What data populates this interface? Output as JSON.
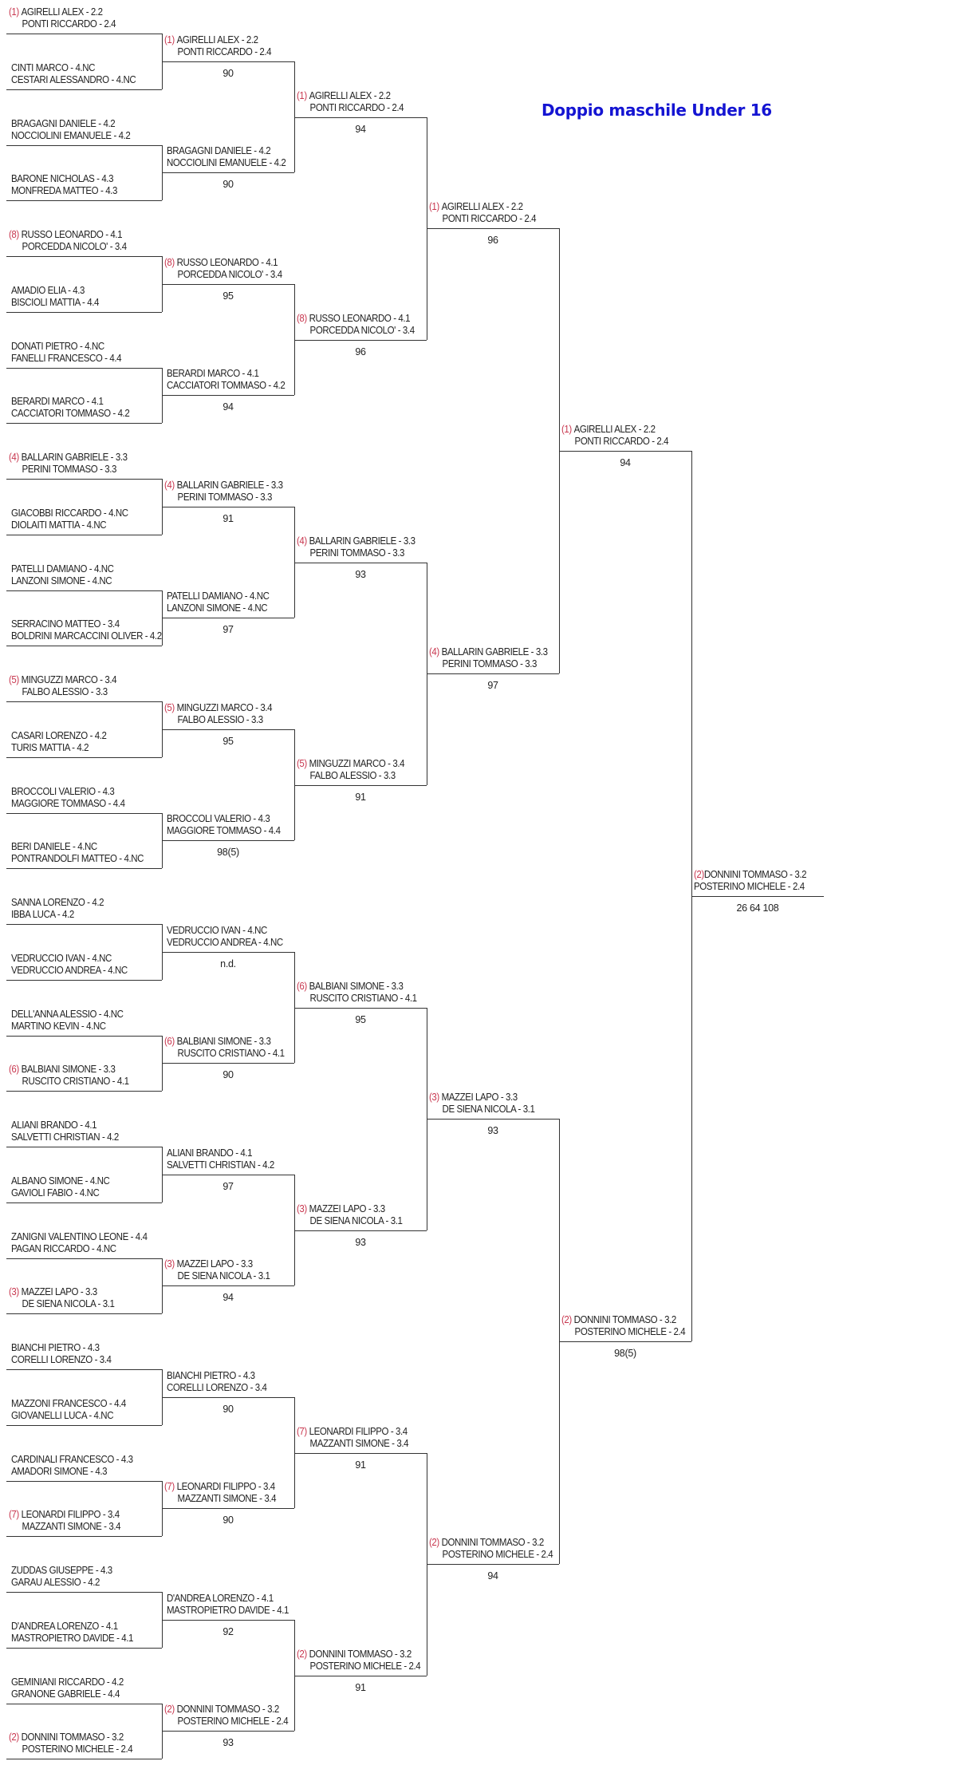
{
  "title": "Doppio maschile Under 16",
  "colors": {
    "seed": "#c8374f",
    "title": "#1414d2",
    "lines": "#333333"
  },
  "rounds": [
    [
      {
        "seed": "(1)",
        "p1": "AGIRELLI ALEX - 2.2",
        "p2": "PONTI RICCARDO - 2.4"
      },
      {
        "seed": "",
        "p1": "CINTI MARCO - 4.NC",
        "p2": "CESTARI ALESSANDRO - 4.NC"
      },
      {
        "seed": "",
        "p1": "BRAGAGNI DANIELE - 4.2",
        "p2": "NOCCIOLINI EMANUELE - 4.2"
      },
      {
        "seed": "",
        "p1": "BARONE NICHOLAS - 4.3",
        "p2": "MONFREDA MATTEO - 4.3"
      },
      {
        "seed": "(8)",
        "p1": "RUSSO LEONARDO - 4.1",
        "p2": "PORCEDDA NICOLO' - 3.4"
      },
      {
        "seed": "",
        "p1": "AMADIO ELIA - 4.3",
        "p2": "BISCIOLI MATTIA - 4.4"
      },
      {
        "seed": "",
        "p1": "DONATI PIETRO - 4.NC",
        "p2": "FANELLI FRANCESCO - 4.4"
      },
      {
        "seed": "",
        "p1": "BERARDI MARCO - 4.1",
        "p2": "CACCIATORI TOMMASO - 4.2"
      },
      {
        "seed": "(4)",
        "p1": "BALLARIN GABRIELE - 3.3",
        "p2": "PERINI TOMMASO - 3.3"
      },
      {
        "seed": "",
        "p1": "GIACOBBI RICCARDO - 4.NC",
        "p2": "DIOLAITI MATTIA - 4.NC"
      },
      {
        "seed": "",
        "p1": "PATELLI DAMIANO - 4.NC",
        "p2": "LANZONI SIMONE - 4.NC"
      },
      {
        "seed": "",
        "p1": "SERRACINO MATTEO - 3.4",
        "p2": "BOLDRINI MARCACCINI OLIVER - 4.2"
      },
      {
        "seed": "(5)",
        "p1": "MINGUZZI MARCO - 3.4",
        "p2": "FALBO ALESSIO - 3.3"
      },
      {
        "seed": "",
        "p1": "CASARI LORENZO - 4.2",
        "p2": "TURIS MATTIA - 4.2"
      },
      {
        "seed": "",
        "p1": "BROCCOLI VALERIO - 4.3",
        "p2": "MAGGIORE TOMMASO - 4.4"
      },
      {
        "seed": "",
        "p1": "BERI DANIELE - 4.NC",
        "p2": "PONTRANDOLFI MATTEO - 4.NC"
      },
      {
        "seed": "",
        "p1": "SANNA LORENZO - 4.2",
        "p2": "IBBA LUCA - 4.2"
      },
      {
        "seed": "",
        "p1": "VEDRUCCIO IVAN - 4.NC",
        "p2": "VEDRUCCIO ANDREA - 4.NC"
      },
      {
        "seed": "",
        "p1": "DELL'ANNA ALESSIO - 4.NC",
        "p2": "MARTINO KEVIN - 4.NC"
      },
      {
        "seed": "(6)",
        "p1": "BALBIANI SIMONE - 3.3",
        "p2": "RUSCITO CRISTIANO - 4.1"
      },
      {
        "seed": "",
        "p1": "ALIANI BRANDO - 4.1",
        "p2": "SALVETTI CHRISTIAN - 4.2"
      },
      {
        "seed": "",
        "p1": "ALBANO SIMONE - 4.NC",
        "p2": "GAVIOLI FABIO - 4.NC"
      },
      {
        "seed": "",
        "p1": "ZANIGNI VALENTINO LEONE - 4.4",
        "p2": "PAGAN RICCARDO - 4.NC"
      },
      {
        "seed": "(3)",
        "p1": "MAZZEI LAPO - 3.3",
        "p2": "DE SIENA NICOLA - 3.1"
      },
      {
        "seed": "",
        "p1": "BIANCHI PIETRO - 4.3",
        "p2": "CORELLI LORENZO - 3.4"
      },
      {
        "seed": "",
        "p1": "MAZZONI FRANCESCO - 4.4",
        "p2": "GIOVANELLI LUCA - 4.NC"
      },
      {
        "seed": "",
        "p1": "CARDINALI FRANCESCO - 4.3",
        "p2": "AMADORI SIMONE - 4.3"
      },
      {
        "seed": "(7)",
        "p1": "LEONARDI FILIPPO - 3.4",
        "p2": "MAZZANTI SIMONE - 3.4"
      },
      {
        "seed": "",
        "p1": "ZUDDAS GIUSEPPE - 4.3",
        "p2": "GARAU ALESSIO - 4.2"
      },
      {
        "seed": "",
        "p1": "D'ANDREA LORENZO - 4.1",
        "p2": "MASTROPIETRO DAVIDE - 4.1"
      },
      {
        "seed": "",
        "p1": "GEMINIANI RICCARDO - 4.2",
        "p2": "GRANONE GABRIELE - 4.4"
      },
      {
        "seed": "(2)",
        "p1": "DONNINI TOMMASO - 3.2",
        "p2": "POSTERINO MICHELE - 2.4"
      }
    ],
    [
      {
        "seed": "(1)",
        "p1": "AGIRELLI ALEX - 2.2",
        "p2": "PONTI RICCARDO - 2.4",
        "score": "90"
      },
      {
        "seed": "",
        "p1": "BRAGAGNI DANIELE - 4.2",
        "p2": "NOCCIOLINI EMANUELE - 4.2",
        "score": "90"
      },
      {
        "seed": "(8)",
        "p1": "RUSSO LEONARDO - 4.1",
        "p2": "PORCEDDA NICOLO' - 3.4",
        "score": "95"
      },
      {
        "seed": "",
        "p1": "BERARDI MARCO - 4.1",
        "p2": "CACCIATORI TOMMASO - 4.2",
        "score": "94"
      },
      {
        "seed": "(4)",
        "p1": "BALLARIN GABRIELE - 3.3",
        "p2": "PERINI TOMMASO - 3.3",
        "score": "91"
      },
      {
        "seed": "",
        "p1": "PATELLI DAMIANO - 4.NC",
        "p2": "LANZONI SIMONE - 4.NC",
        "score": "97"
      },
      {
        "seed": "(5)",
        "p1": "MINGUZZI MARCO - 3.4",
        "p2": "FALBO ALESSIO - 3.3",
        "score": "95"
      },
      {
        "seed": "",
        "p1": "BROCCOLI VALERIO - 4.3",
        "p2": "MAGGIORE TOMMASO - 4.4",
        "score": "98(5)"
      },
      {
        "seed": "",
        "p1": "VEDRUCCIO IVAN - 4.NC",
        "p2": "VEDRUCCIO ANDREA - 4.NC",
        "score": "n.d."
      },
      {
        "seed": "(6)",
        "p1": "BALBIANI SIMONE - 3.3",
        "p2": "RUSCITO CRISTIANO - 4.1",
        "score": "90"
      },
      {
        "seed": "",
        "p1": "ALIANI BRANDO - 4.1",
        "p2": "SALVETTI CHRISTIAN - 4.2",
        "score": "97"
      },
      {
        "seed": "(3)",
        "p1": "MAZZEI LAPO - 3.3",
        "p2": "DE SIENA NICOLA - 3.1",
        "score": "94"
      },
      {
        "seed": "",
        "p1": "BIANCHI PIETRO - 4.3",
        "p2": "CORELLI LORENZO - 3.4",
        "score": "90"
      },
      {
        "seed": "(7)",
        "p1": "LEONARDI FILIPPO - 3.4",
        "p2": "MAZZANTI SIMONE - 3.4",
        "score": "90"
      },
      {
        "seed": "",
        "p1": "D'ANDREA LORENZO - 4.1",
        "p2": "MASTROPIETRO DAVIDE - 4.1",
        "score": "92"
      },
      {
        "seed": "(2)",
        "p1": "DONNINI TOMMASO - 3.2",
        "p2": "POSTERINO MICHELE - 2.4",
        "score": "93"
      }
    ],
    [
      {
        "seed": "(1)",
        "p1": "AGIRELLI ALEX - 2.2",
        "p2": "PONTI RICCARDO - 2.4",
        "score": "94"
      },
      {
        "seed": "(8)",
        "p1": "RUSSO LEONARDO - 4.1",
        "p2": "PORCEDDA NICOLO' - 3.4",
        "score": "96"
      },
      {
        "seed": "(4)",
        "p1": "BALLARIN GABRIELE - 3.3",
        "p2": "PERINI TOMMASO - 3.3",
        "score": "93"
      },
      {
        "seed": "(5)",
        "p1": "MINGUZZI MARCO - 3.4",
        "p2": "FALBO ALESSIO - 3.3",
        "score": "91"
      },
      {
        "seed": "(6)",
        "p1": "BALBIANI SIMONE - 3.3",
        "p2": "RUSCITO CRISTIANO - 4.1",
        "score": "95"
      },
      {
        "seed": "(3)",
        "p1": "MAZZEI LAPO - 3.3",
        "p2": "DE SIENA NICOLA - 3.1",
        "score": "93"
      },
      {
        "seed": "(7)",
        "p1": "LEONARDI FILIPPO - 3.4",
        "p2": "MAZZANTI SIMONE - 3.4",
        "score": "91"
      },
      {
        "seed": "(2)",
        "p1": "DONNINI TOMMASO - 3.2",
        "p2": "POSTERINO MICHELE - 2.4",
        "score": "91"
      }
    ],
    [
      {
        "seed": "(1)",
        "p1": "AGIRELLI ALEX - 2.2",
        "p2": "PONTI RICCARDO - 2.4",
        "score": "96"
      },
      {
        "seed": "(4)",
        "p1": "BALLARIN GABRIELE - 3.3",
        "p2": "PERINI TOMMASO - 3.3",
        "score": "97"
      },
      {
        "seed": "(3)",
        "p1": "MAZZEI LAPO - 3.3",
        "p2": "DE SIENA NICOLA - 3.1",
        "score": "93"
      },
      {
        "seed": "(2)",
        "p1": "DONNINI TOMMASO - 3.2",
        "p2": "POSTERINO MICHELE - 2.4",
        "score": "94"
      }
    ],
    [
      {
        "seed": "(1)",
        "p1": "AGIRELLI ALEX - 2.2",
        "p2": "PONTI RICCARDO - 2.4",
        "score": "94"
      },
      {
        "seed": "(2)",
        "p1": "DONNINI TOMMASO - 3.2",
        "p2": "POSTERINO MICHELE - 2.4",
        "score": "98(5)"
      }
    ],
    [
      {
        "seed": "(2)",
        "p1": "DONNINI TOMMASO - 3.2",
        "p2": "POSTERINO MICHELE - 2.4",
        "score": "26 64 108",
        "compact": true
      }
    ]
  ]
}
